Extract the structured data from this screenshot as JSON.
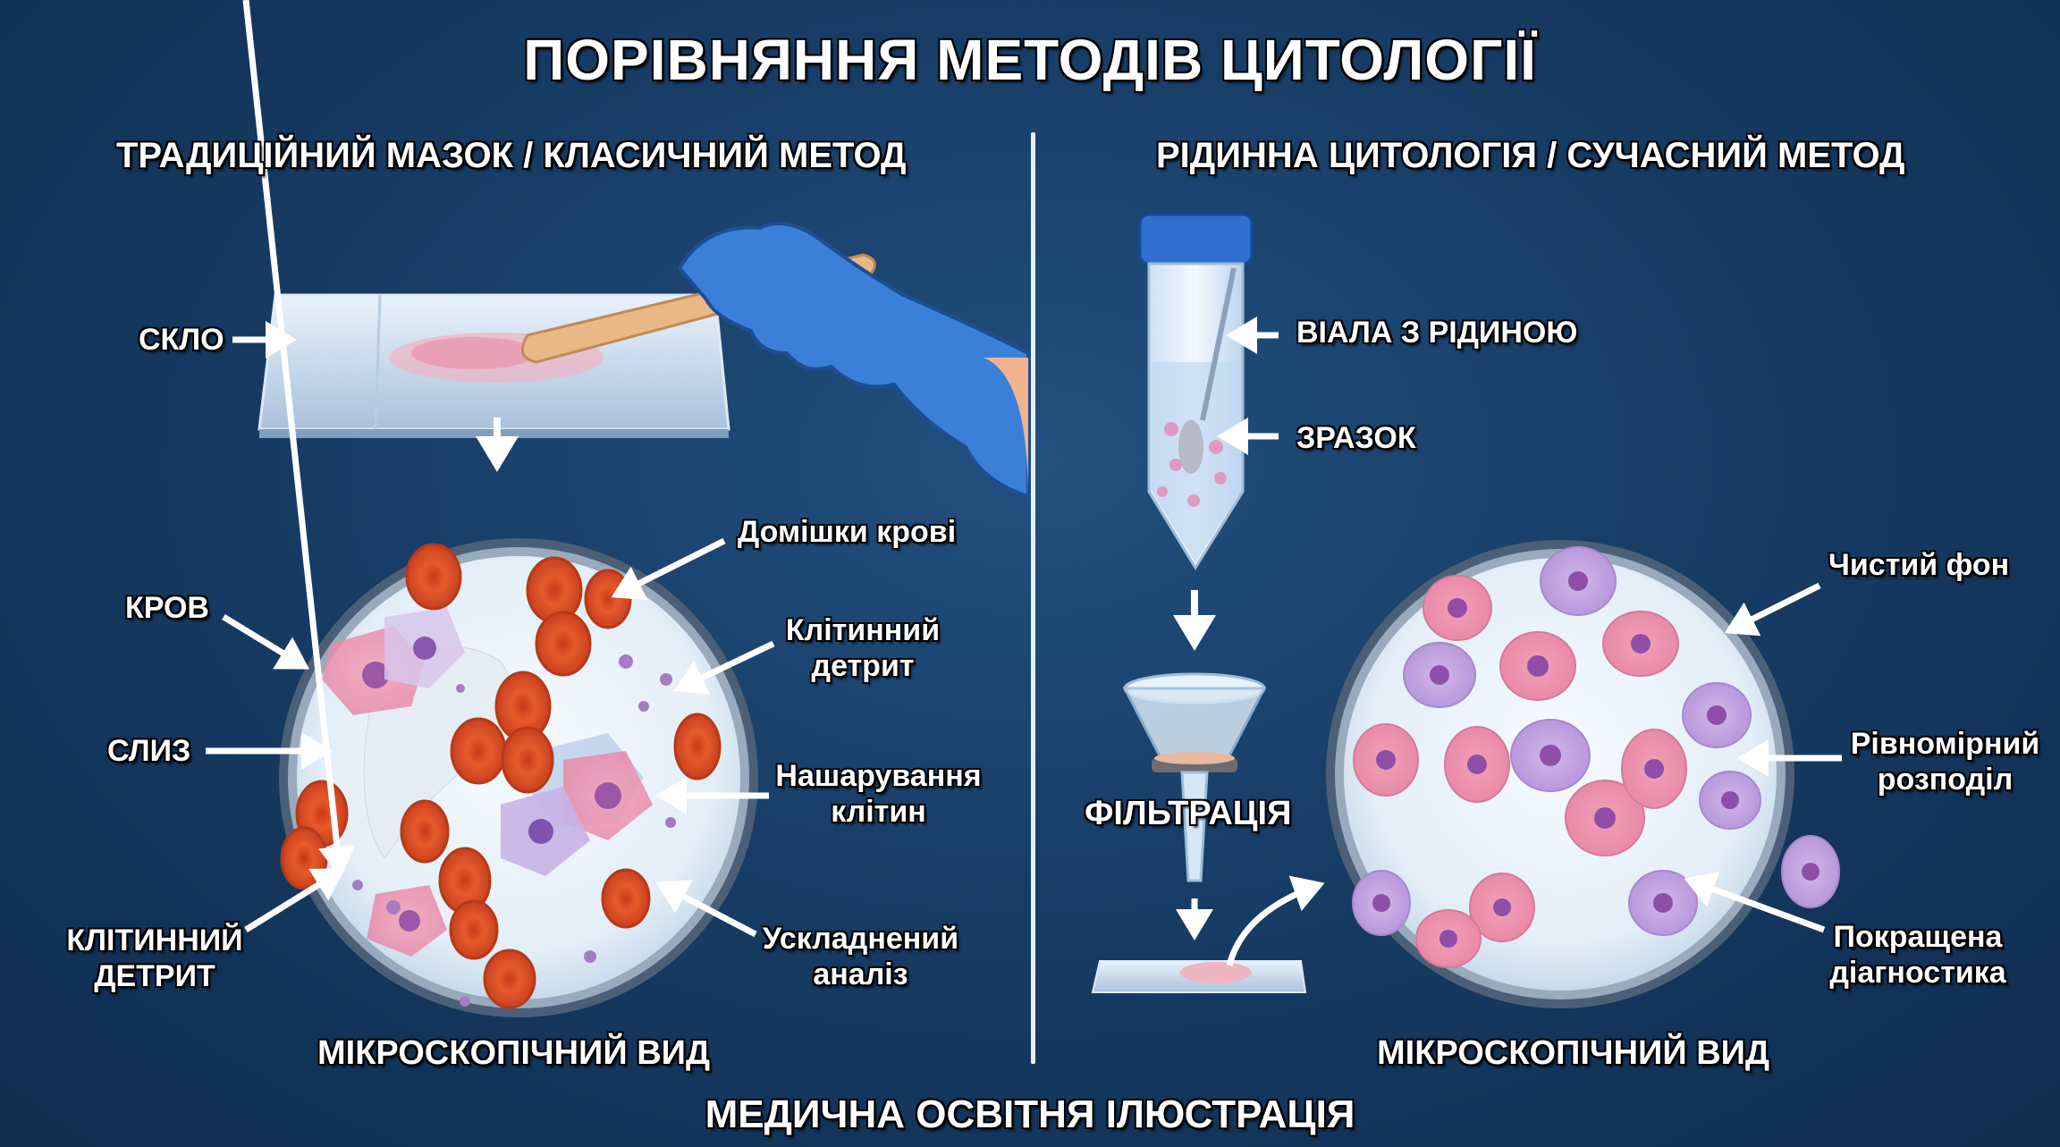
{
  "title": "ПОРІВНЯННЯ МЕТОДІВ ЦИТОЛОГІЇ",
  "left_panel": {
    "heading": "ТРАДИЦІЙНИЙ МАЗОК / КЛАСИЧНИЙ МЕТОД",
    "labels": {
      "glass": "СКЛО",
      "blood": "КРОВ",
      "mucus": "СЛИЗ",
      "debris_left_1": "КЛІТИННИЙ",
      "debris_left_2": "ДЕТРИТ",
      "blood_admix": "Домішки крові",
      "debris_right_1": "Клітинний",
      "debris_right_2": "детрит",
      "overlap_1": "Нашарування",
      "overlap_2": "клітин",
      "complex_1": "Ускладнений",
      "complex_2": "аналіз"
    },
    "caption": "МІКРОСКОПІЧНИЙ ВИД"
  },
  "right_panel": {
    "heading": "РІДИННА ЦИТОЛОГІЯ / СУЧАСНИЙ МЕТОД",
    "labels": {
      "vial": "ВІАЛА З РІДИНОЮ",
      "sample": "ЗРАЗОК",
      "filtration": "ФІЛЬТРАЦІЯ",
      "clean_bg": "Чистий фон",
      "uniform_1": "Рівномірний",
      "uniform_2": "розподіл",
      "improved_1": "Покращена",
      "improved_2": "діагностика"
    },
    "caption": "МІКРОСКОПІЧНИЙ ВИД"
  },
  "footer": "МЕДИЧНА ОСВІТНЯ ІЛЮСТРАЦІЯ",
  "colors": {
    "background": "#173d66",
    "glove": "#3a7fd8",
    "rbc": "#e2552a",
    "cap": "#2f6fd0"
  }
}
